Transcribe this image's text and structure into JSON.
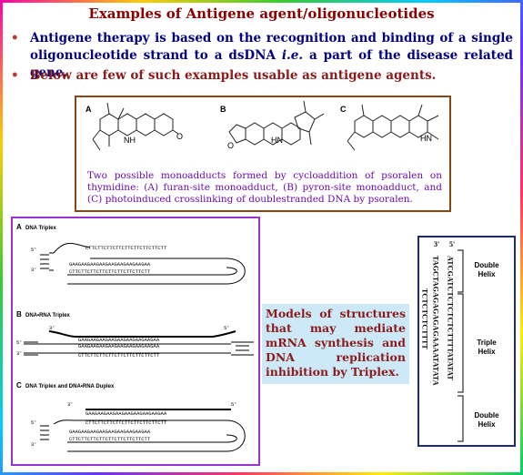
{
  "title": "Examples of Antigene agent/oligonucleotides",
  "bullets": [
    {
      "pre": "Antigene therapy is based on the recognition and binding of a single oligonucleotide strand to a dsDNA ",
      "em": "i.e.",
      "post": " a part of the disease related gene."
    },
    {
      "text": "Below are few of such examples usable as antigene agents."
    }
  ],
  "bullet_symbol": "•",
  "psoralen": {
    "labels": [
      "A",
      "B",
      "C"
    ],
    "caption": "Two possible monoadducts formed by cycloaddition of psoralen on thymidine: (A) furan-site monoadduct, (B) pyron-site monoadduct, and (C) photoinduced crosslinking of doublestranded DNA by psoralen.",
    "atoms": {
      "o": "O",
      "hn": "HN",
      "nh": "NH"
    }
  },
  "triplex": {
    "sections": [
      {
        "letter": "A",
        "title": "DNA Triplex"
      },
      {
        "letter": "B",
        "title": "DNA•RNA Triplex"
      },
      {
        "letter": "C",
        "title": "DNA Triplex and DNA•RNA Duplex"
      }
    ],
    "third_strand": "CTTCTTCTTCTTCTTCTTCTTCTTCTT",
    "purine_strand": "GAAGAAGAAGAAGAAGAAGAAGAAGAA",
    "pyrimidine_strand": "CTTCTTCTTCTTCTTCTTCTTCTTCTT",
    "end5": "5'",
    "end3": "3'"
  },
  "models_text": "Models of structures that may mediate mRNA synthesis and DNA replication inhibition by Triplex.",
  "helix_diagram": {
    "top_labels": [
      "3'",
      "5'"
    ],
    "col1": "TAGCTAGAGAGAGAGAAAATATATA",
    "col2": "ATCGATCTCTCTCTCTTTTATATAT",
    "col3": "TCTCTCTCTTTT",
    "regions": [
      "Double Helix",
      "Triple Helix",
      "Double Helix"
    ]
  },
  "colors": {
    "title": "#8b0000",
    "bullet1": "#000080",
    "bullet2": "#8b1a1a",
    "caption": "#6a0dad",
    "models_bg": "#cde9f7"
  }
}
